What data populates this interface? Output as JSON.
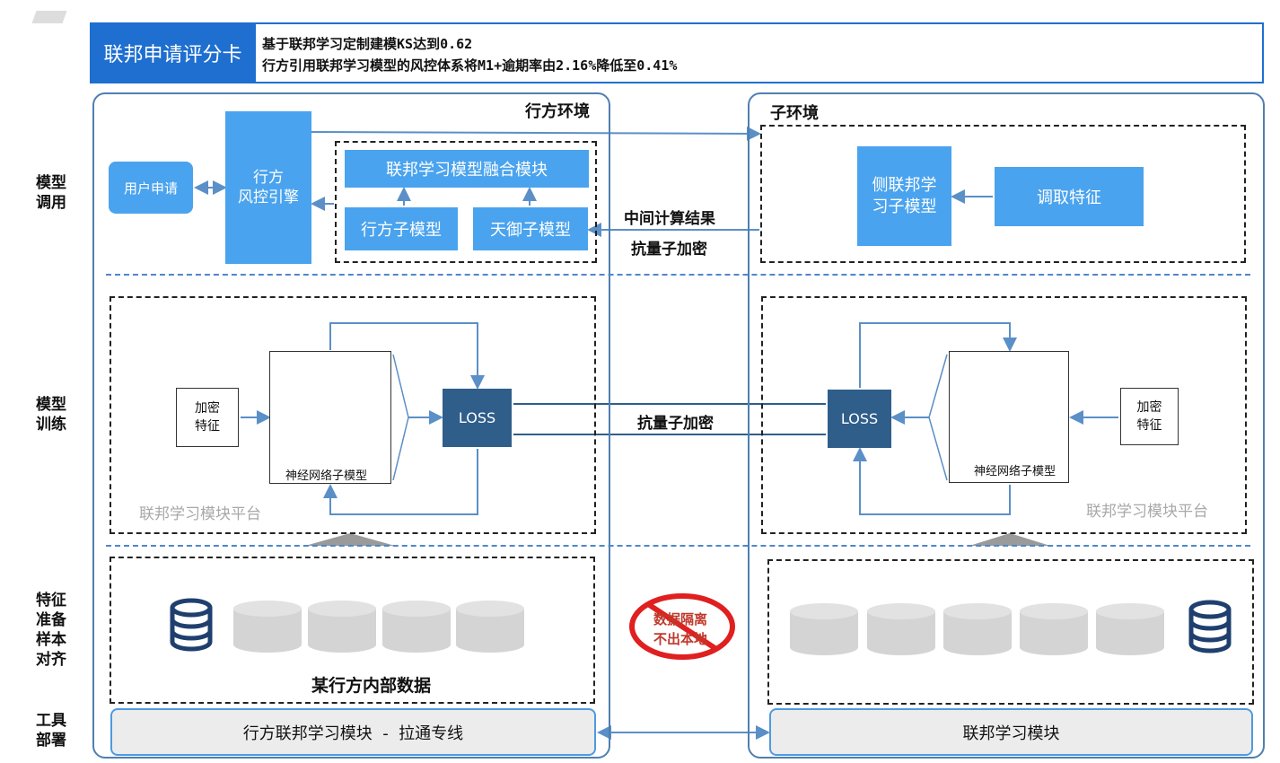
{
  "header": {
    "label": "联邦申请评分卡",
    "line1": "基于联邦学习定制建模KS达到0.62",
    "line2": "行方引用联邦学习模型的风控体系将M1+逾期率由2.16%降低至0.41%"
  },
  "rows": {
    "model_call": "模型\n调用",
    "model_train": "模型\n训练",
    "feature_prep": "特征\n准备\n样本\n对齐",
    "tool_deploy": "工具\n部署"
  },
  "bank_env": {
    "title": "行方环境",
    "user_apply": "用户申请",
    "risk_engine": "行方\n风控引擎",
    "fusion_module": "联邦学习模型融合模块",
    "bank_submodel": "行方子模型",
    "tianyu_submodel": "天御子模型",
    "encrypted_feature": "加密\n特征",
    "nn_label": "神经网络子模型",
    "loss": "LOSS",
    "platform": "联邦学习模块平台",
    "internal_data": "某行方内部数据",
    "tool": "行方联邦学习模块  -  拉通专线"
  },
  "sub_env": {
    "title": "子环境",
    "side_submodel": "侧联邦学\n习子模型",
    "fetch_feature": "调取特征",
    "encrypted_feature": "加密\n特征",
    "nn_label": "神经网络子模型",
    "loss": "LOSS",
    "platform": "联邦学习模块平台",
    "tool": "联邦学习模块"
  },
  "center": {
    "intermediate": "中间计算结果",
    "quantum_enc_1": "抗量子加密",
    "quantum_enc_2": "抗量子加密",
    "isolation_1": "数据隔离",
    "isolation_2": "不出本地"
  },
  "colors": {
    "brand": "#1e6fd0",
    "block": "#4aa3ee",
    "loss": "#2f5e8a",
    "forbidden": "#e02020"
  }
}
